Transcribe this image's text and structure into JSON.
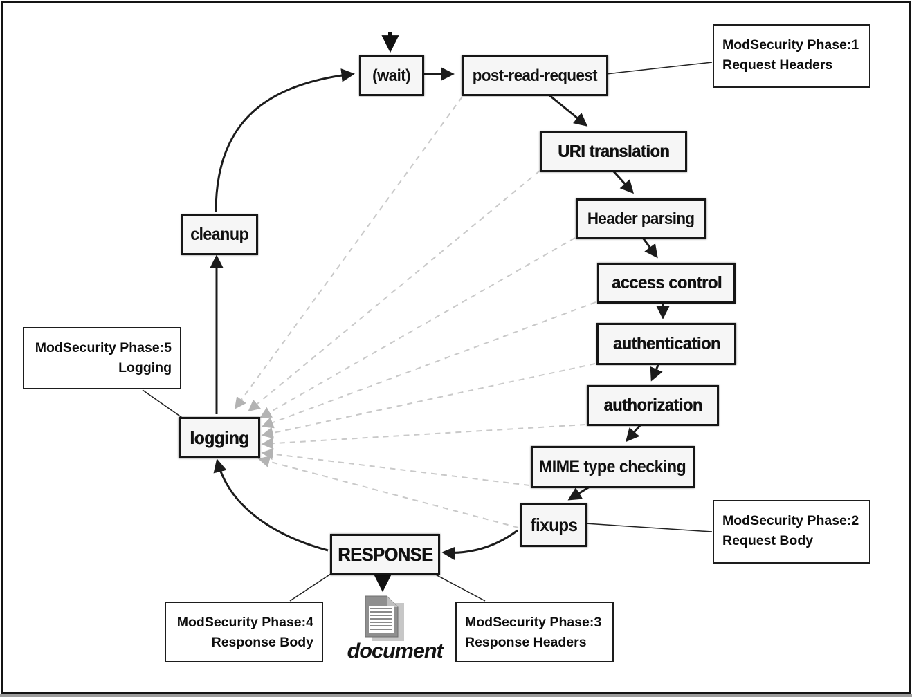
{
  "diagram": {
    "title_hint": "Apache request cycle with ModSecurity phases",
    "nodes": {
      "wait": {
        "label": "(wait)"
      },
      "post_read_request": {
        "label": "post-read-request"
      },
      "uri_translation": {
        "label": "URI translation"
      },
      "header_parsing": {
        "label": "Header parsing"
      },
      "access_control": {
        "label": "access control"
      },
      "authentication": {
        "label": "authentication"
      },
      "authorization": {
        "label": "authorization"
      },
      "mime_type_checking": {
        "label": "MIME type checking"
      },
      "fixups": {
        "label": "fixups"
      },
      "response": {
        "label": "RESPONSE"
      },
      "logging": {
        "label": "logging"
      },
      "cleanup": {
        "label": "cleanup"
      },
      "document": {
        "label": "document"
      }
    },
    "annotations": {
      "phase1": {
        "line1": "ModSecurity Phase:1",
        "line2": "Request Headers"
      },
      "phase2": {
        "line1": "ModSecurity Phase:2",
        "line2": "Request Body"
      },
      "phase3": {
        "line1": "ModSecurity Phase:3",
        "line2": "Response Headers"
      },
      "phase4": {
        "line1": "ModSecurity Phase:4",
        "line2": "Response Body"
      },
      "phase5": {
        "line1": "ModSecurity Phase:5",
        "line2": "Logging"
      }
    },
    "colors": {
      "box_border": "#161616",
      "box_fill": "#f6f6f6",
      "arrow": "#1c1c1c",
      "dashed_line": "#c9c9c9",
      "dashed_arrowhead": "#b3b3b3",
      "frame": "#141414"
    }
  }
}
